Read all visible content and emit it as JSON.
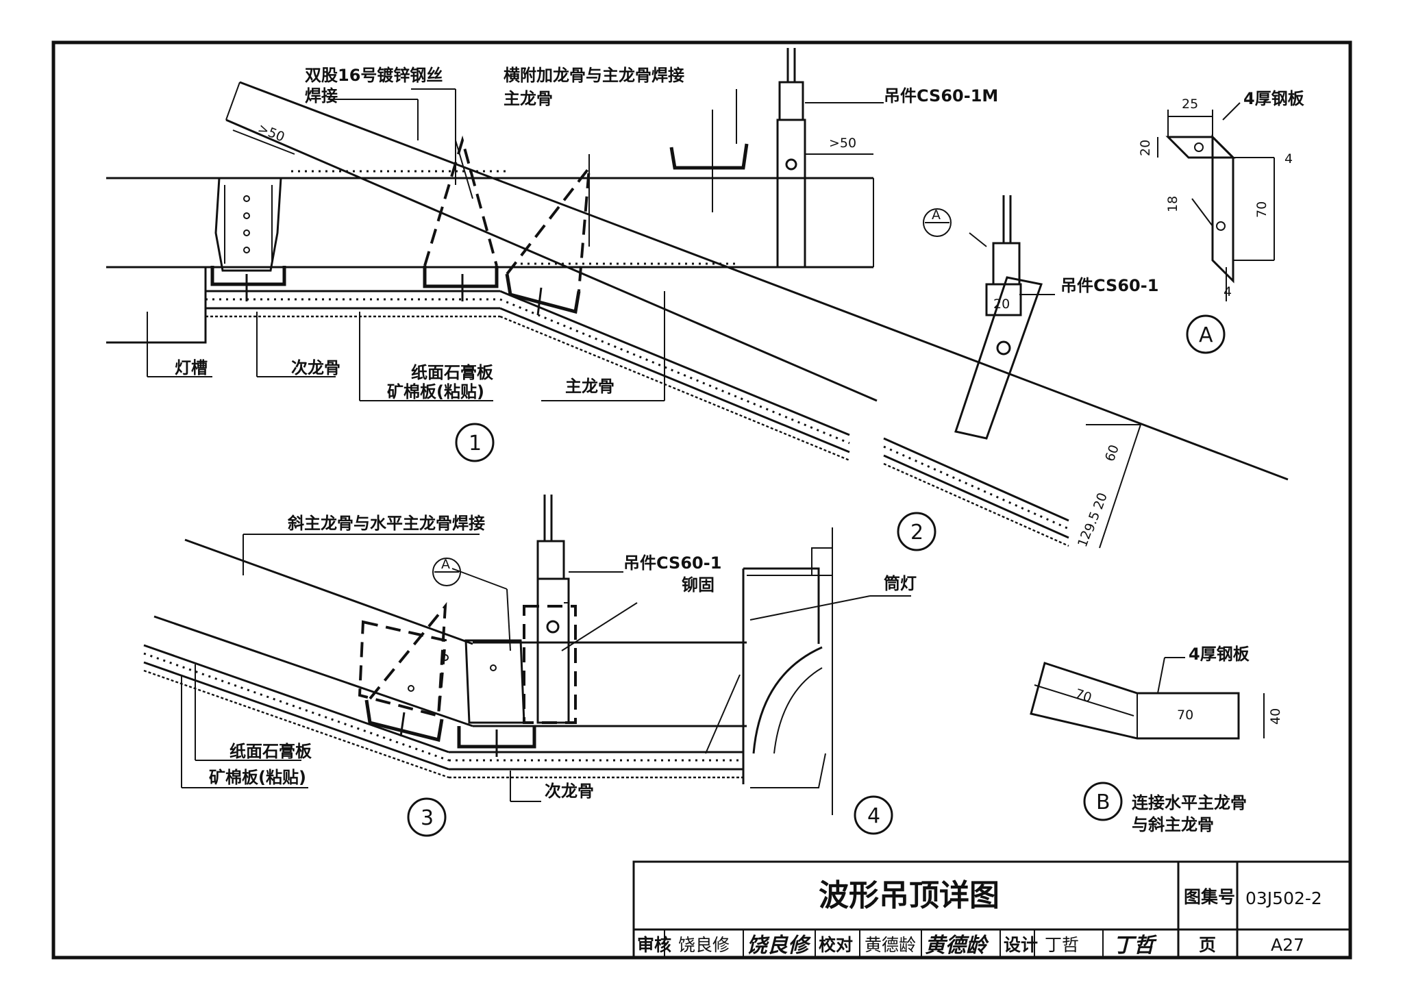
{
  "labels": {
    "wire": "双股16号镀锌钢丝",
    "weld": "焊接",
    "cross_weld": "横附加龙骨与主龙骨焊接",
    "main_keel_top": "主龙骨",
    "hanger_1m": "吊件CS60-1M",
    "dim_50_a": ">50",
    "dim_50_b": ">50",
    "light_slot": "灯槽",
    "sub_keel_1": "次龙骨",
    "gypsum_1": "纸面石膏板",
    "mineral_1": "矿棉板(粘贴)",
    "main_keel_1": "主龙骨",
    "circle_a_top": "A",
    "hanger_1": "吊件CS60-1",
    "dim_20_mid": "20",
    "dim_60": "60",
    "dim_20": "20",
    "dim_95": "9.5",
    "dim_12": "12",
    "incline_weld": "斜主龙骨与水平主龙骨焊接",
    "circle_a_bottom": "A",
    "hanger_3": "吊件CS60-1",
    "rivet": "铆固",
    "downlight": "筒灯",
    "gypsum_3": "纸面石膏板",
    "mineral_3": "矿棉板(粘贴)",
    "sub_keel_3": "次龙骨",
    "n1": "1",
    "n2": "2",
    "n3": "3",
    "n4": "4",
    "detA_25": "25",
    "detA_plate": "4厚钢板",
    "detA_20": "20",
    "detA_4a": "4",
    "detA_18": "18",
    "detA_70": "70",
    "detA_4b": "4",
    "detA_label": "A",
    "detB_plate": "4厚钢板",
    "detB_70a": "70",
    "detB_70b": "70",
    "detB_40": "40",
    "detB_label": "B",
    "detB_cap1": "连接水平主龙骨",
    "detB_cap2": "与斜主龙骨"
  },
  "title_block": {
    "title": "波形吊顶详图",
    "atlas_label": "图集号",
    "atlas_no": "03J502-2",
    "review_label": "审核",
    "reviewer": "饶良修",
    "reviewer_sig": "饶良修",
    "check_label": "校对",
    "checker": "黄德龄",
    "checker_sig": "黄德龄",
    "design_label": "设计",
    "designer": "丁哲",
    "designer_sig": "丁哲",
    "page_label": "页",
    "page_no": "A27"
  }
}
